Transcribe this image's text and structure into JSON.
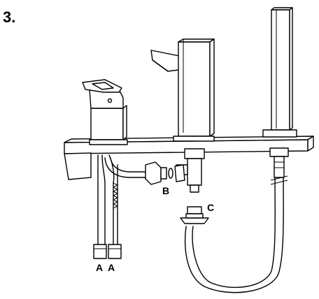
{
  "step_number": "3.",
  "labels": {
    "a_left": "A",
    "a_right": "A",
    "b": "B",
    "c": "C"
  }
}
